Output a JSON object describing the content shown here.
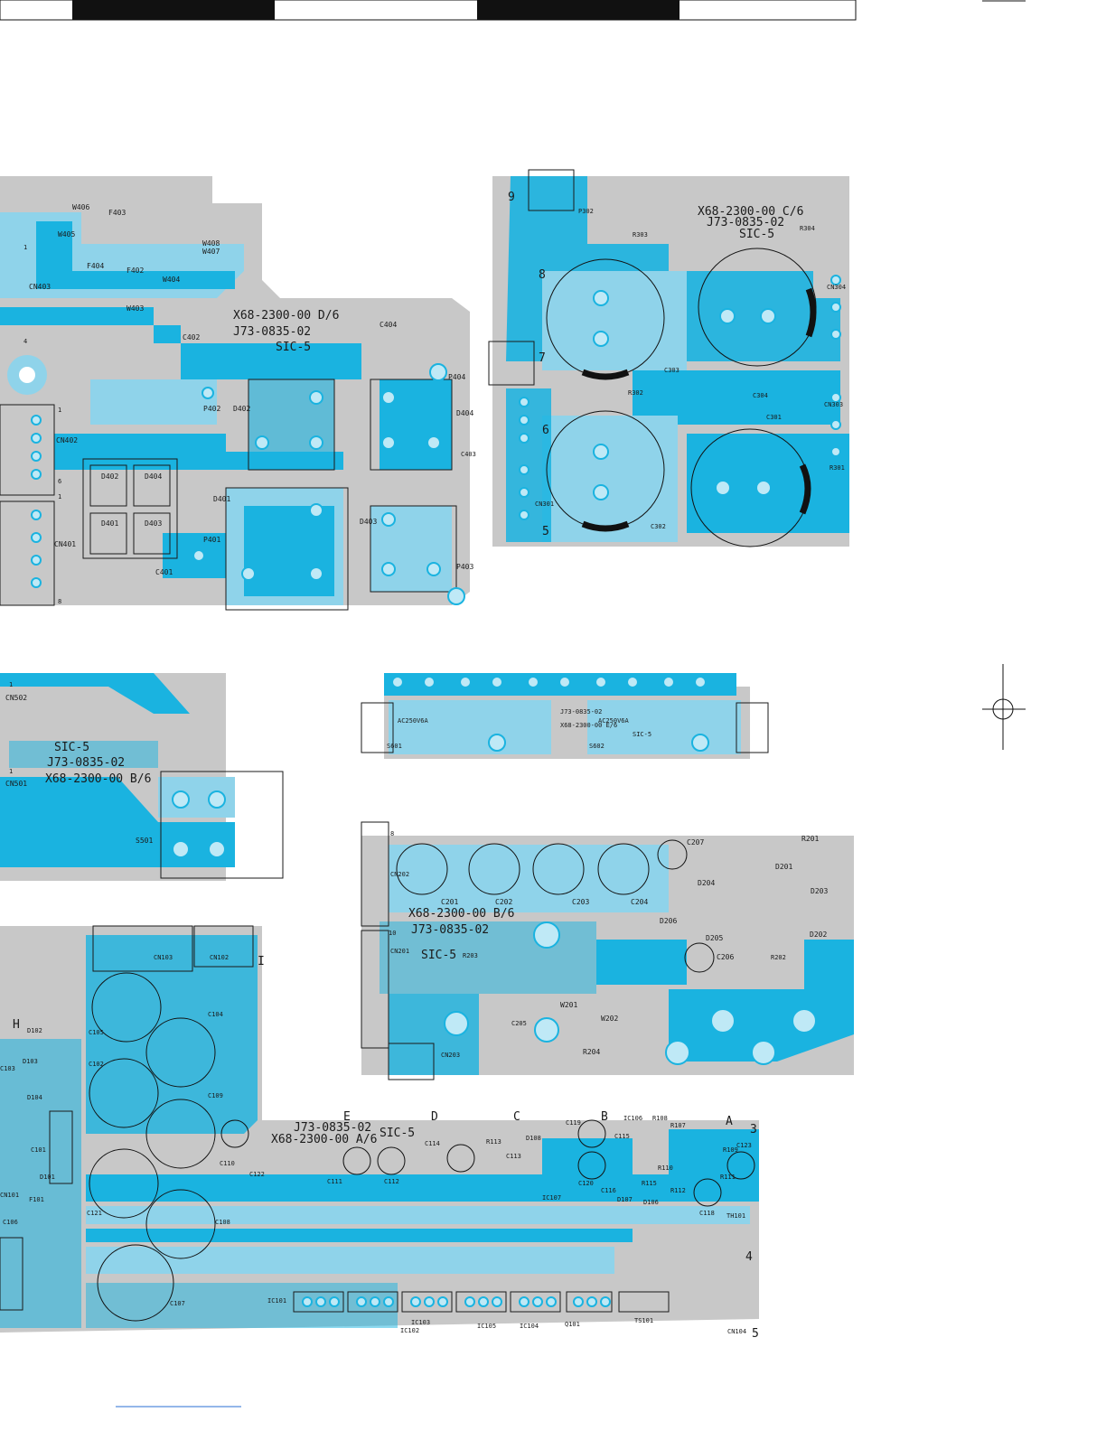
{
  "header_bar": {
    "segments": [
      "",
      "",
      "",
      "",
      ""
    ]
  },
  "colors": {
    "trace": "#1ab3e0",
    "trace_light": "#8fd3ea",
    "ground_plane": "#c8c8c8",
    "silkscreen": "#1a1a1a"
  },
  "board_d": {
    "part_no": "X68-2300-00 D/6",
    "pcb_no": "J73-0835-02",
    "cert": "SIC-5",
    "refs": [
      "W406",
      "F403",
      "W405",
      "W408",
      "W407",
      "F404",
      "F402",
      "W404",
      "W403",
      "C404",
      "C402",
      "CN403",
      "P402",
      "D402",
      "P404",
      "D404",
      "C403",
      "CN402",
      "D402",
      "D404",
      "D401",
      "D401",
      "D403",
      "D403",
      "P401",
      "CN401",
      "C401",
      "P403"
    ],
    "pin_marks": [
      "1",
      "4",
      "1",
      "6",
      "1",
      "8"
    ]
  },
  "board_c": {
    "part_no": "X68-2300-00 C/6",
    "pcb_no": "J73-0835-02",
    "cert": "SIC-5",
    "refs": [
      "P302",
      "R303",
      "R304",
      "CN304",
      "C303",
      "R302",
      "C304",
      "C301",
      "CN303",
      "C302",
      "CN301",
      "R301"
    ],
    "pin_marks": [
      "9",
      "8",
      "7",
      "6",
      "5"
    ]
  },
  "board_b_small": {
    "part_no": "X68-2300-00 B/6",
    "pcb_no": "J73-0835-02",
    "cert": "SIC-5",
    "refs": [
      "CN502",
      "CN501",
      "S501"
    ],
    "pin_marks": [
      "1",
      "1"
    ]
  },
  "board_e": {
    "refs": [
      "S601",
      "S602",
      "AC250V6A",
      "AC250V6A",
      "J73-0835-02",
      "X68-2300-00 E/6",
      "SIC-5"
    ]
  },
  "board_b": {
    "part_no": "X68-2300-00 B/6",
    "pcb_no": "J73-0835-02",
    "cert": "SIC-5",
    "refs": [
      "C207",
      "R201",
      "D201",
      "D204",
      "D203",
      "C201",
      "C202",
      "C203",
      "C204",
      "D206",
      "D205",
      "D202",
      "CN202",
      "CN201",
      "R203",
      "C206",
      "R202",
      "W201",
      "W202",
      "C205",
      "CN203",
      "R204"
    ],
    "pin_marks": [
      "8",
      "10"
    ]
  },
  "board_a": {
    "part_no": "X68-2300-00 A/6",
    "pcb_no": "J73-0835-02",
    "cert": "SIC-5",
    "refs": [
      "CN103",
      "CN102",
      "C104",
      "C105",
      "C102",
      "D102",
      "D103",
      "D104",
      "C109",
      "C103",
      "C101",
      "D101",
      "F101",
      "CN101",
      "C106",
      "C121",
      "C108",
      "C110",
      "C122",
      "C107",
      "C111",
      "C112",
      "C114",
      "C113",
      "R113",
      "D108",
      "C119",
      "C115",
      "R107",
      "IC106",
      "R108",
      "C123",
      "R109",
      "C120",
      "D107",
      "C116",
      "IC107",
      "R110",
      "D106",
      "R115",
      "R112",
      "R111",
      "C118",
      "TH101",
      "IC101",
      "IC102",
      "IC103",
      "IC105",
      "IC104",
      "Q101",
      "TS101",
      "CN104"
    ],
    "letters": [
      "E",
      "D",
      "C",
      "B",
      "A",
      "H",
      "I"
    ],
    "corner_marks": [
      "3",
      "4",
      "5"
    ]
  }
}
